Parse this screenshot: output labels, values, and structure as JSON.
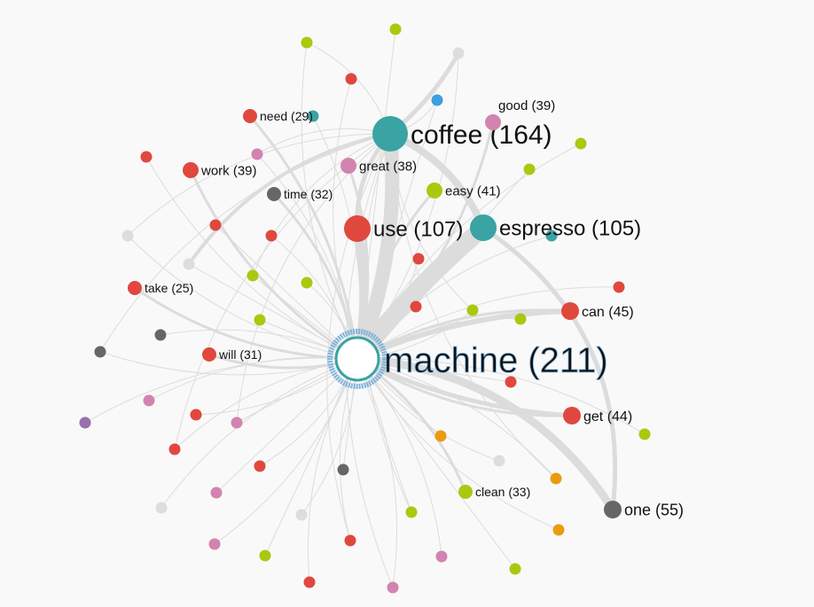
{
  "graph": {
    "hub": {
      "label": "machine",
      "count": 211,
      "color": "#3aa3a3",
      "ring_color": "#7fb3d9"
    },
    "nodes": [
      {
        "label": "coffee",
        "count": 164,
        "color": "#3aa3a3"
      },
      {
        "label": "use",
        "count": 107,
        "color": "#e0483e"
      },
      {
        "label": "espresso",
        "count": 105,
        "color": "#3aa3a3"
      },
      {
        "label": "one",
        "count": 55,
        "color": "#666666"
      },
      {
        "label": "can",
        "count": 45,
        "color": "#e0483e"
      },
      {
        "label": "get",
        "count": 44,
        "color": "#e0483e"
      },
      {
        "label": "easy",
        "count": 41,
        "color": "#a9c90f"
      },
      {
        "label": "good",
        "count": 39,
        "color": "#d383b0"
      },
      {
        "label": "work",
        "count": 39,
        "color": "#e0483e"
      },
      {
        "label": "great",
        "count": 38,
        "color": "#d383b0"
      },
      {
        "label": "clean",
        "count": 33,
        "color": "#a9c90f"
      },
      {
        "label": "time",
        "count": 32,
        "color": "#666666"
      },
      {
        "label": "will",
        "count": 31,
        "color": "#e0483e"
      },
      {
        "label": "need",
        "count": 29,
        "color": "#e0483e"
      },
      {
        "label": "take",
        "count": 25,
        "color": "#e0483e"
      }
    ],
    "edge_color": "#dcdcdc"
  }
}
